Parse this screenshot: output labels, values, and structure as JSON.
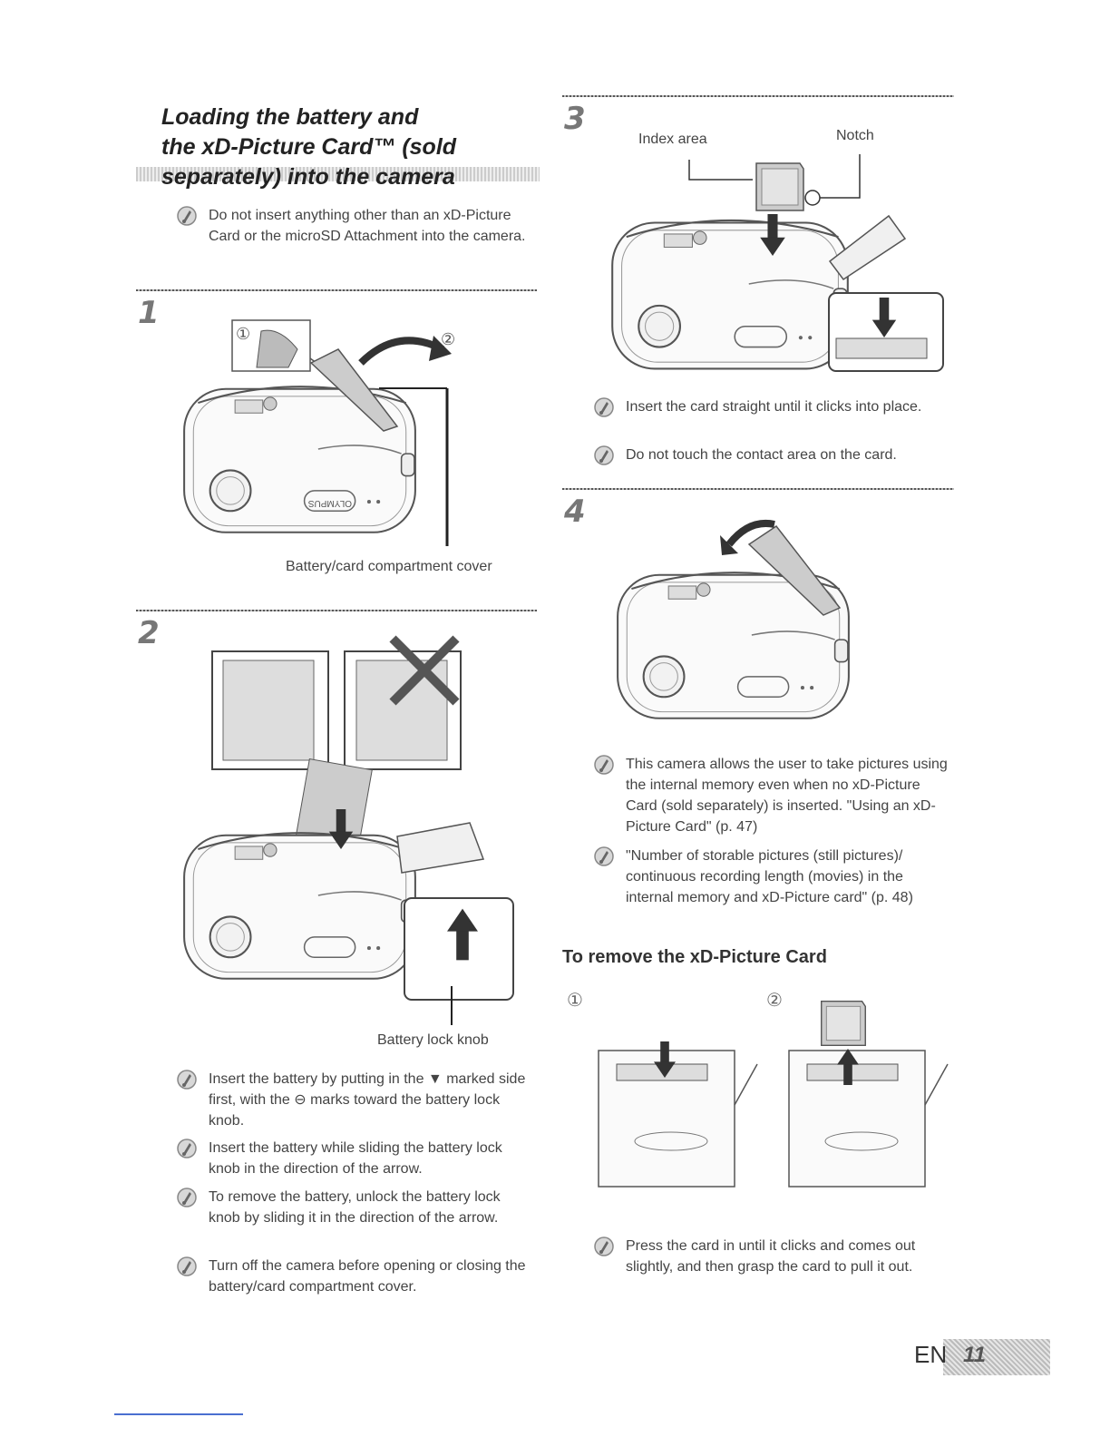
{
  "title": {
    "line1": "Loading the battery and",
    "line2": "the xD-Picture Card™ (sold",
    "line3": "separately) into the camera"
  },
  "intro_note": "Do not insert anything other than an xD-Picture Card or the microSD Attachment into the camera.",
  "step1": {
    "number": "1",
    "marker1": "①",
    "marker2": "②",
    "caption": "Battery/card compartment cover"
  },
  "step2": {
    "number": "2",
    "caption": "Battery lock knob",
    "notes": [
      "Insert the battery by putting in the ▼ marked side first, with the ⊖ marks toward the battery lock knob.",
      "Insert the battery while sliding the battery lock knob in the direction of the arrow.",
      "To remove the battery, unlock the battery lock knob by sliding it in the direction of the arrow.",
      "Turn off the camera before opening or closing the battery/card compartment cover."
    ]
  },
  "step3": {
    "number": "3",
    "label_index": "Index area",
    "label_notch": "Notch",
    "notes": [
      "Insert the card straight until it clicks into place.",
      "Do not touch the contact area on the card."
    ]
  },
  "step4": {
    "number": "4",
    "notes": [
      "This camera allows the user to take pictures using the internal memory even when no xD-Picture Card (sold separately) is inserted. \"Using an xD-Picture Card\" (p. 47)",
      "\"Number of storable pictures (still pictures)/ continuous recording length (movies) in the internal memory and xD-Picture card\" (p. 48)"
    ]
  },
  "remove": {
    "heading": "To remove the xD-Picture Card",
    "marker1": "①",
    "marker2": "②",
    "note": "Press the card in until it clicks and comes out slightly, and then grasp the card to pull it out."
  },
  "camera_brand": "OLYMPUS",
  "footer": {
    "lang": "EN",
    "page": "11"
  }
}
